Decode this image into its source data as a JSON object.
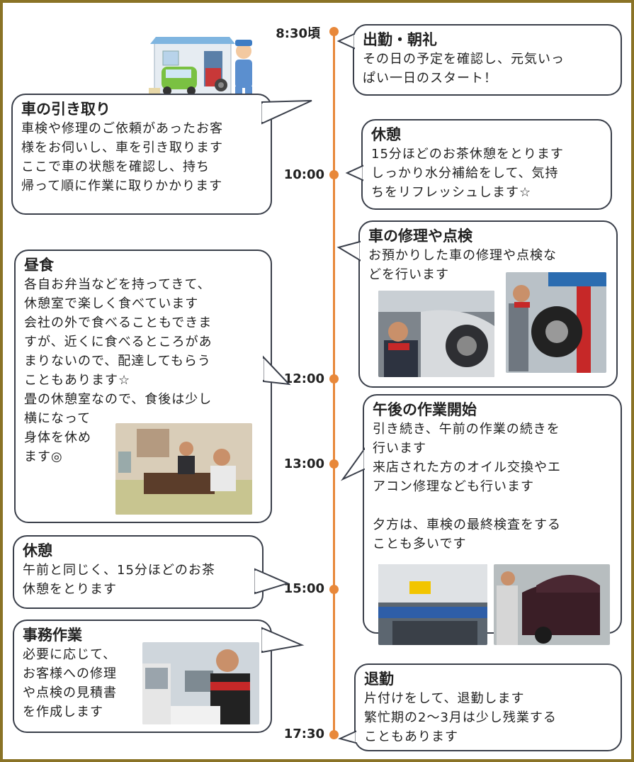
{
  "times": [
    "8:30頃",
    "10:00",
    "12:00",
    "13:00",
    "15:00",
    "17:30"
  ],
  "events": {
    "arrival": {
      "title": "出勤・朝礼",
      "body": "その日の予定を確認し、元気いっ\nぱい一日のスタート！"
    },
    "pickup": {
      "title": "車の引き取り",
      "body": "車検や修理のご依頼があったお客\n様をお伺いし、車を引き取ります\nここで車の状態を確認し、持ち\n帰って順に作業に取りかかります"
    },
    "break1": {
      "title": "休憩",
      "body": "15分ほどのお茶休憩をとります\nしっかり水分補給をして、気持\nちをリフレッシュします☆"
    },
    "repair": {
      "title": "車の修理や点検",
      "body": "お預かりした車の修理や点検な\nどを行います"
    },
    "lunch": {
      "title": "昼食",
      "body": "各自お弁当などを持ってきて、\n休憩室で楽しく食べています\n会社の外で食べることもできま\nすが、近くに食べるところがあ\nまりないので、配達してもらう\nこともあります☆\n畳の休憩室なので、食後は少し",
      "body2": "横になって\n身体を休め\nます◎"
    },
    "afternoon": {
      "title": "午後の作業開始",
      "body": "引き続き、午前の作業の続きを\n行います\n来店された方のオイル交換やエ\nアコン修理なども行います\n\n夕方は、車検の最終検査をする\nことも多いです"
    },
    "break2": {
      "title": "休憩",
      "body": "午前と同じく、15分ほどのお茶\n休憩をとります"
    },
    "office": {
      "title": "事務作業",
      "body": "必要に応じて、\nお客様への修理\nや点検の見積書\nを作成します"
    },
    "leave": {
      "title": "退勤",
      "body": "片付けをして、退勤します\n繁忙期の2〜3月は少し残業する\nこともあります"
    }
  },
  "colors": {
    "timeline": "#e8883a",
    "frame": "#8a7326",
    "bubble_border": "#3a3f4a"
  }
}
